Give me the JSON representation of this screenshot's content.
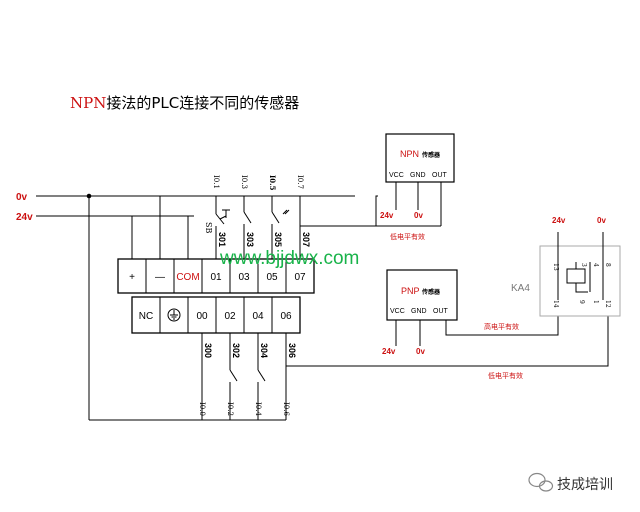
{
  "title": {
    "prefix": "NPN",
    "rest": "接法的PLC连接不同的传感器"
  },
  "rails": {
    "zero_v": "0v",
    "plus_24v": "24v"
  },
  "plc": {
    "top_cells": [
      "+",
      "—",
      "COM",
      "01",
      "03",
      "05",
      "07"
    ],
    "bottom_cells": [
      "NC",
      "⏚",
      "00",
      "02",
      "04",
      "06"
    ],
    "top_wires": [
      "301",
      "303",
      "305",
      "307"
    ],
    "bottom_wires": [
      "300",
      "302",
      "304",
      "306"
    ]
  },
  "inputs_top": [
    "I0.1",
    "I0.3",
    "I0.5",
    "I0.7"
  ],
  "inputs_bottom": [
    "I0.0",
    "I0.2",
    "I0.4",
    "I0.6"
  ],
  "sb_label": "SB",
  "watermark": "www.bjjdwx.com",
  "npn_sensor": {
    "name": "NPN",
    "suffix": "传感器",
    "pins": [
      "VCC",
      "GND",
      "OUT"
    ],
    "v24": "24v",
    "v0": "0v",
    "note": "低电平有效"
  },
  "pnp_sensor": {
    "name": "PNP",
    "suffix": "传感器",
    "pins": [
      "VCC",
      "GND",
      "OUT"
    ],
    "v24": "24v",
    "v0": "0v",
    "note": "高电平有效"
  },
  "relay": {
    "label": "KA4",
    "top_voltages": [
      "24v",
      "0v"
    ],
    "pins_top": [
      "13",
      "3",
      "4",
      "8"
    ],
    "pins_bottom": [
      "14",
      "9",
      "1",
      "12"
    ],
    "note": "低电平有效"
  },
  "footer": {
    "brand": "技成培训"
  },
  "colors": {
    "accent_red": "#cc1111",
    "watermark_green": "#19b34a",
    "line": "#000000"
  }
}
